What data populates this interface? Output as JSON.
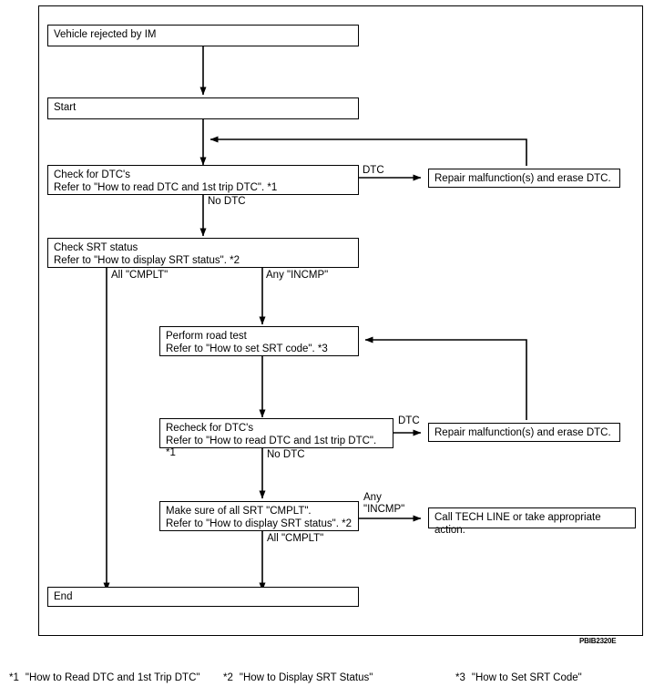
{
  "figure": {
    "id_code": "PBIB2320E"
  },
  "nodes": {
    "vehicle_rejected": {
      "text": "Vehicle rejected by IM"
    },
    "start": {
      "text": "Start"
    },
    "check_dtc": {
      "text": "Check for DTC's\nRefer to \"How to read DTC and 1st trip DTC\". *1"
    },
    "repair_1": {
      "text": "Repair malfunction(s) and erase DTC."
    },
    "check_srt": {
      "text": "Check SRT status\nRefer to \"How to display SRT status\". *2"
    },
    "road_test": {
      "text": "Perform road test\nRefer to \"How to set SRT code\". *3"
    },
    "recheck_dtc": {
      "text": "Recheck for DTC's\nRefer to \"How to read DTC and 1st trip DTC\". *1"
    },
    "repair_2": {
      "text": "Repair malfunction(s) and erase DTC."
    },
    "make_sure_srt": {
      "text": "Make sure of all SRT \"CMPLT\".\nRefer to \"How to display SRT status\". *2"
    },
    "tech_line": {
      "text": "Call TECH LINE or take appropriate action."
    },
    "end": {
      "text": "End"
    }
  },
  "edge_labels": {
    "dtc_1": "DTC",
    "no_dtc_1": "No DTC",
    "all_cmplt_1": "All \"CMPLT\"",
    "any_incmp_1": "Any \"INCMP\"",
    "dtc_2": "DTC",
    "no_dtc_2": "No DTC",
    "any_incmp_2": "Any\n\"INCMP\"",
    "all_cmplt_2": "All \"CMPLT\""
  },
  "footnotes": [
    {
      "mark": "*1",
      "text": "\"How to Read DTC and 1st Trip DTC\""
    },
    {
      "mark": "*2",
      "text": "\"How to Display SRT Status\""
    },
    {
      "mark": "*3",
      "text": "\"How to Set SRT Code\""
    }
  ],
  "colors": {
    "stroke": "#000000",
    "background": "#ffffff"
  }
}
